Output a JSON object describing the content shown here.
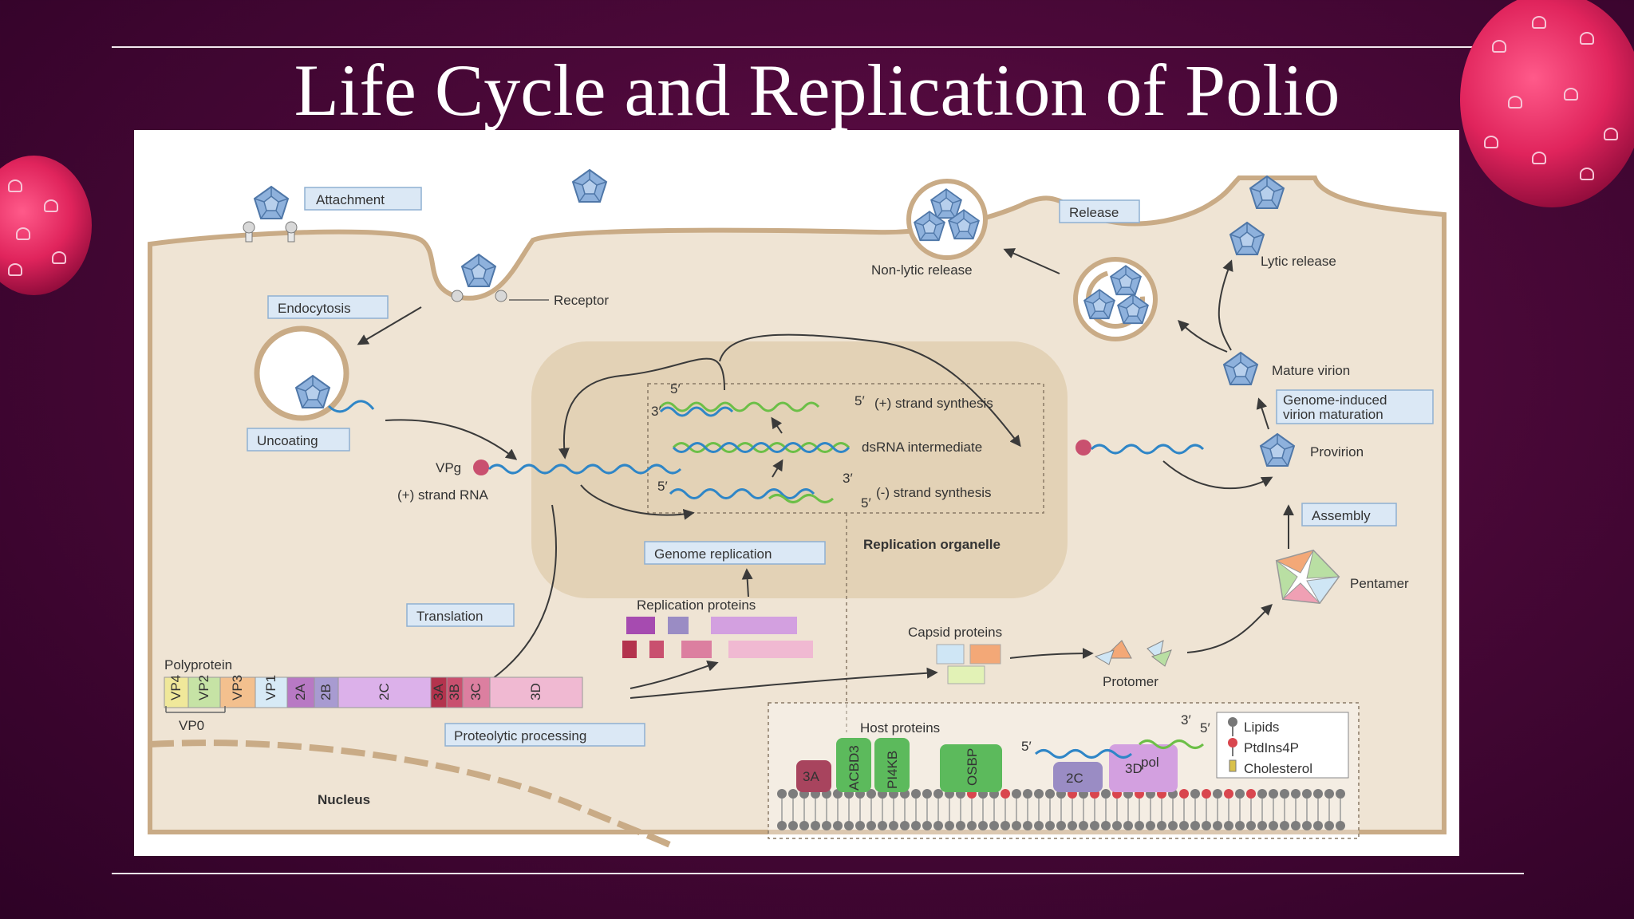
{
  "slide": {
    "title": "Life Cycle and Replication of Polio"
  },
  "labels": {
    "attachment": "Attachment",
    "endocytosis": "Endocytosis",
    "receptor": "Receptor",
    "uncoating": "Uncoating",
    "vpg": "VPg",
    "plus_strand_rna": "(+) strand RNA",
    "translation": "Translation",
    "polyprotein": "Polyprotein",
    "vp0": "VP0",
    "proteolytic_processing": "Proteolytic processing",
    "nucleus": "Nucleus",
    "genome_replication": "Genome replication",
    "replication_organelle": "Replication organelle",
    "replication_proteins": "Replication proteins",
    "plus_strand_synthesis": "(+) strand synthesis",
    "ds_rna_intermediate": "dsRNA intermediate",
    "minus_strand_synthesis": "(-) strand synthesis",
    "five_prime": "5′",
    "three_prime": "3′",
    "release": "Release",
    "non_lytic_release": "Non-lytic release",
    "lytic_release": "Lytic release",
    "mature_virion": "Mature virion",
    "genome_induced_line1": "Genome-induced",
    "genome_induced_line2": "virion maturation",
    "provirion": "Provirion",
    "assembly": "Assembly",
    "pentamer": "Pentamer",
    "capsid_proteins": "Capsid proteins",
    "protomer": "Protomer",
    "host_proteins": "Host proteins",
    "lipids": "Lipids",
    "ptdins4p": "PtdIns4P",
    "cholesterol": "Cholesterol"
  },
  "polyprotein_segments": [
    "VP4",
    "VP2",
    "VP3",
    "VP1",
    "2A",
    "2B",
    "2C",
    "3A",
    "3B",
    "3C",
    "3D"
  ],
  "host_protein_labels": [
    "3A",
    "ACBD3",
    "PI4KB",
    "OSBP",
    "2C",
    "3D"
  ],
  "host_protein_superscript": "pol",
  "colors": {
    "cytoplasm": "#efe4d4",
    "membrane": "#c9ab86",
    "organelle": "#e3d2b6",
    "virion": "#8eb1dc",
    "rna_blue": "#2f86c7",
    "rna_green": "#6cbf47"
  }
}
